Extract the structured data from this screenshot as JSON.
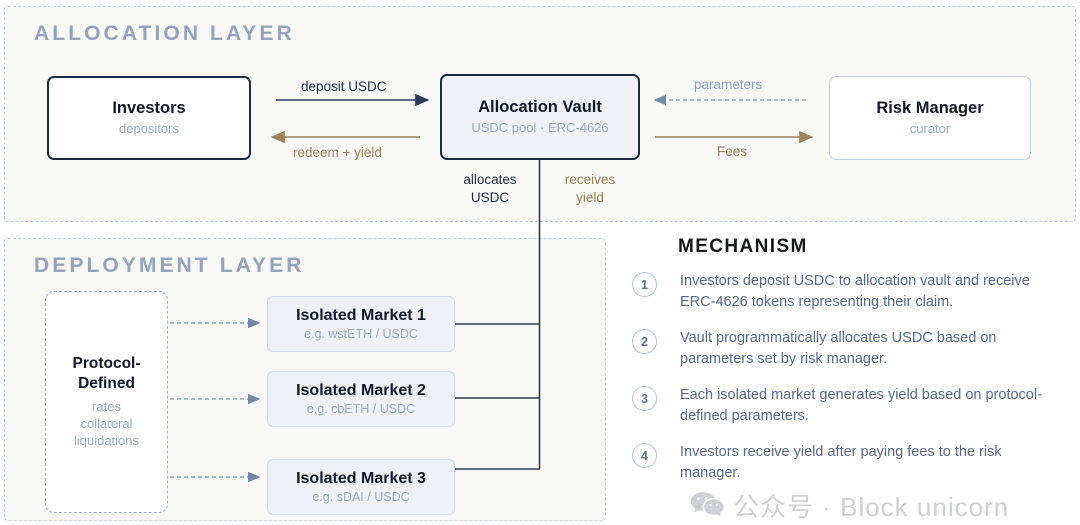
{
  "diagram": {
    "title": "Allocation and Deployment Layer Architecture",
    "colors": {
      "layer_bg": "#f8f8f6",
      "layer_border": "#c3cee0",
      "navy": "#1d2a40",
      "tan": "#9b8257",
      "blue_gray": "#94a3bd",
      "vault_fill": "#eef1f6",
      "market_fill": "#eef1f7",
      "step_text": "#56698a"
    }
  },
  "allocation_layer": {
    "title": "ALLOCATION LAYER",
    "nodes": {
      "investors": {
        "title": "Investors",
        "subtitle": "depositors"
      },
      "vault": {
        "title": "Allocation Vault",
        "subtitle": "USDC pool · ERC-4626"
      },
      "risk_manager": {
        "title": "Risk Manager",
        "subtitle": "curator"
      }
    },
    "edges": {
      "deposit": "deposit USDC",
      "redeem": "redeem + yield",
      "parameters": "parameters",
      "fees": "Fees",
      "allocates": "allocates\nUSDC",
      "allocates_line1": "allocates",
      "allocates_line2": "USDC",
      "receives_line1": "receives",
      "receives_line2": "yield"
    }
  },
  "deployment_layer": {
    "title": "DEPLOYMENT LAYER",
    "protocol": {
      "title_line1": "Protocol-",
      "title_line2": "Defined",
      "sub_line1": "rates",
      "sub_line2": "collateral",
      "sub_line3": "liquidations"
    },
    "markets": [
      {
        "title": "Isolated Market 1",
        "subtitle": "e.g. wstETH / USDC"
      },
      {
        "title": "Isolated Market 2",
        "subtitle": "e.g. cbETH / USDC"
      },
      {
        "title": "Isolated Market 3",
        "subtitle": "e.g. sDAI / USDC"
      }
    ]
  },
  "mechanism": {
    "title": "MECHANISM",
    "steps": [
      {
        "num": "1",
        "text": "Investors deposit USDC to allocation vault and receive ERC-4626 tokens representing their claim."
      },
      {
        "num": "2",
        "text": "Vault programmatically allocates USDC based on parameters set by risk manager."
      },
      {
        "num": "3",
        "text": "Each isolated market generates yield based on protocol-defined parameters."
      },
      {
        "num": "4",
        "text": "Investors receive yield after paying fees to the risk manager."
      }
    ]
  },
  "watermark": {
    "text": "公众号 · Block unicorn",
    "icon": "wechat-icon"
  }
}
